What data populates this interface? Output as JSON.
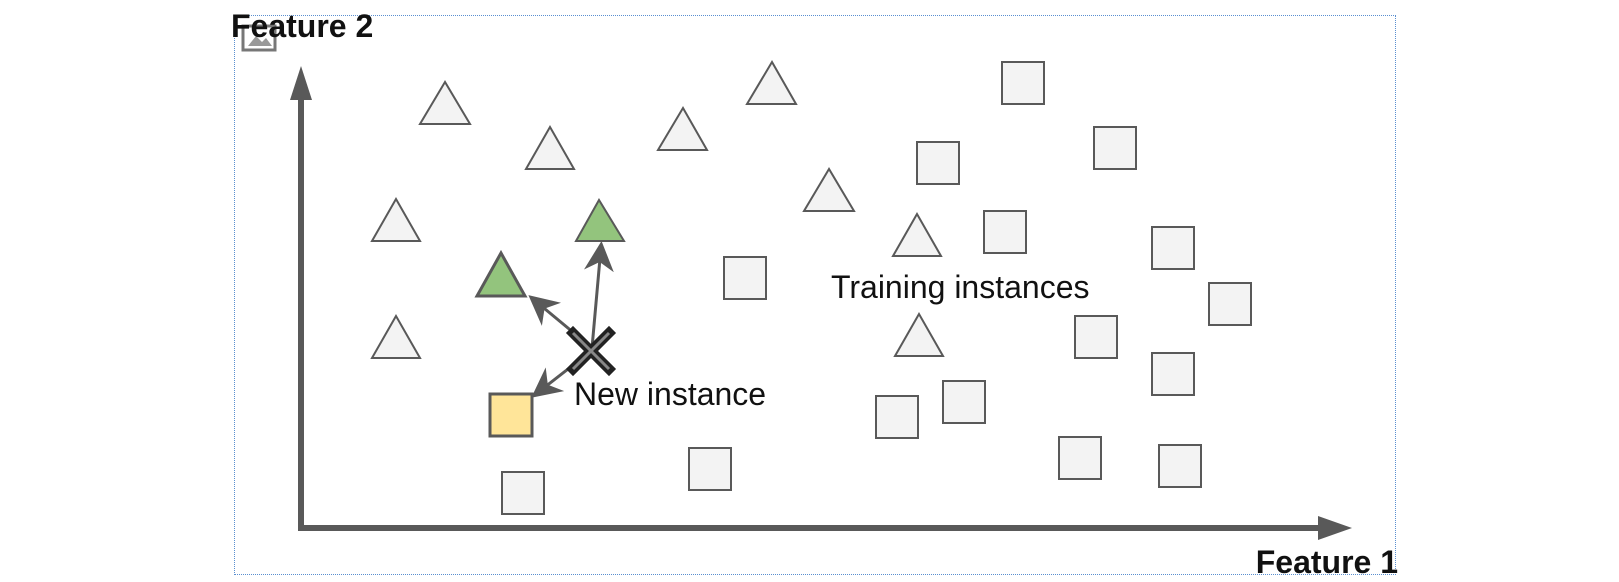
{
  "labels": {
    "y_axis": "Feature 2",
    "x_axis": "Feature 1",
    "training": "Training instances",
    "new_instance": "New instance"
  },
  "icons": {
    "frame_corner": "image-placeholder-icon",
    "new_instance": "x-cross-icon"
  },
  "colors": {
    "neighbor_triangle": "#93c47d",
    "neighbor_square": "#ffe599",
    "instance_fill": "#f3f3f3",
    "stroke": "#595959"
  },
  "classes": [
    "triangle",
    "square"
  ]
}
